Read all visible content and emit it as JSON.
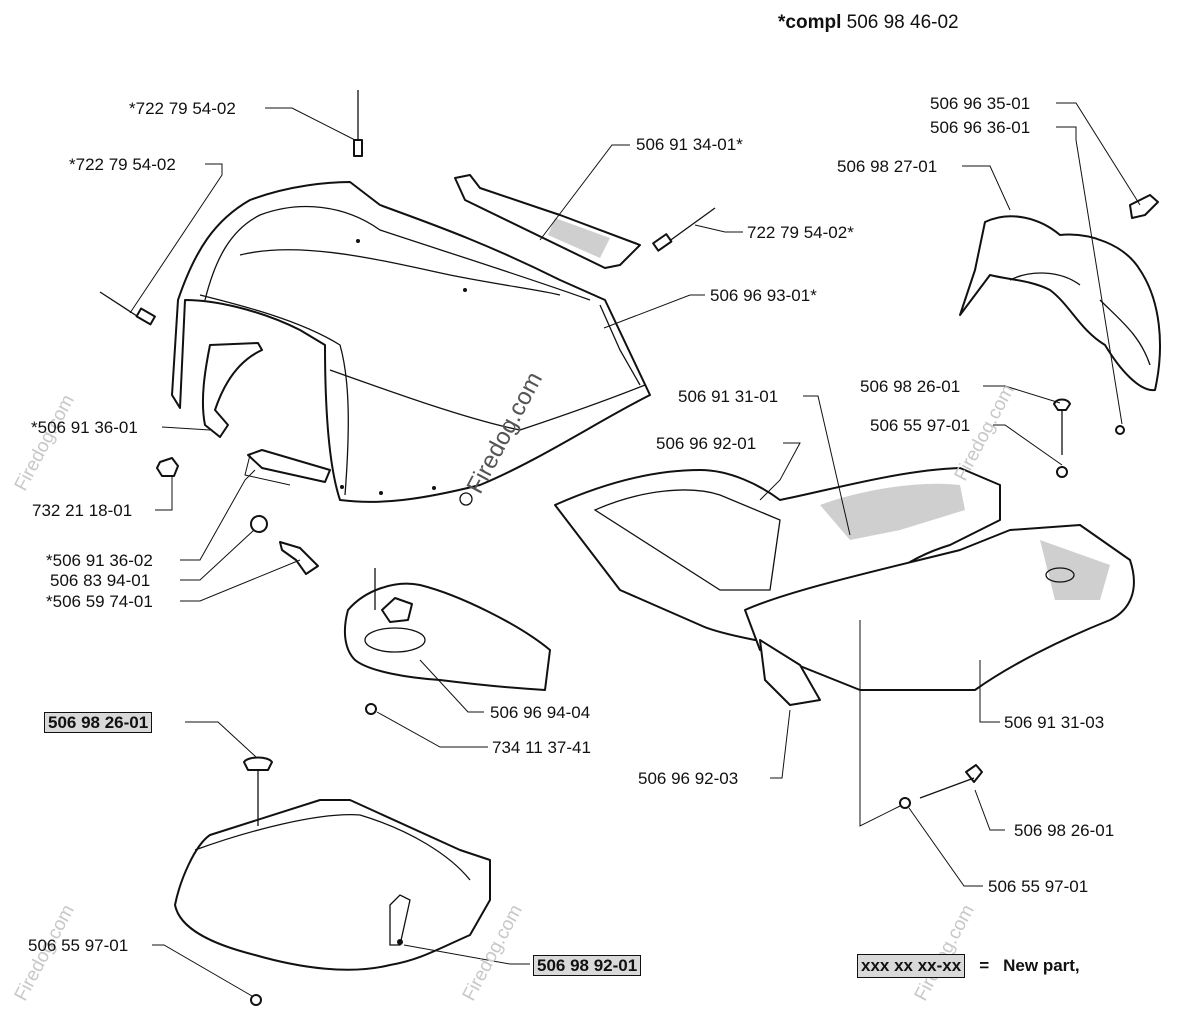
{
  "header": {
    "compl_prefix": "*compl",
    "compl_number": "506 98 46-02"
  },
  "labels": {
    "pin_top": "*722 79 54-02",
    "pin_left": "*722 79 54-02",
    "plate_top": "506 91 34-01*",
    "pin_right": "722 79 54-02*",
    "hood": "506 96 93-01*",
    "bracket_left": "*506 91 36-01",
    "nut": "732 21 18-01",
    "bracket_bottom": "*506 91 36-02",
    "washer": "506 83 94-01",
    "screw": "*506 59 74-01",
    "knob_a": "506 96 35-01",
    "knob_b": "506 96 36-01",
    "guard": "506 98 27-01",
    "screw_mid": "506 98 26-01",
    "washer_mid": "506 55 97-01",
    "pad_left": "506 91 31-01",
    "fender": "506 96 92-01",
    "funnel": "506 96 94-04",
    "funnel_washer": "734 11 37-41",
    "boxed_screw": "506 98 26-01",
    "pad_right": "506 91 31-03",
    "fender_bracket": "506 96 92-03",
    "screw_low": "506 98 26-01",
    "washer_low": "506 55 97-01",
    "washer_cover": "506 55 97-01",
    "boxed_cover": "506 98 92-01"
  },
  "legend": {
    "swatch": "xxx xx xx-xx",
    "equals": "=",
    "text": "New part,"
  },
  "watermark": "Firedog.com",
  "colors": {
    "line": "#111111",
    "highlight_box": "#d9d9d9",
    "watermark": "#c8c8c8"
  }
}
